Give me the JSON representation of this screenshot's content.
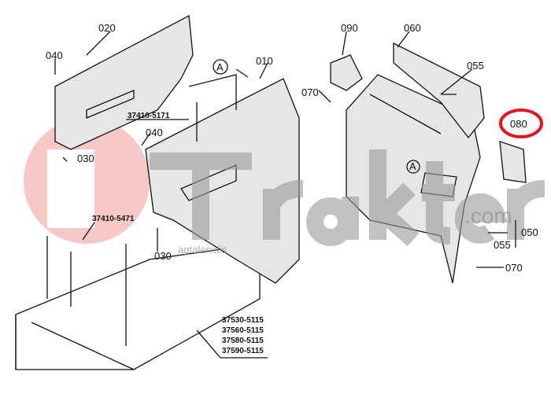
{
  "title": "Tractor cabin side panels parts diagram",
  "callouts": {
    "p010": "010",
    "p020": "020",
    "p030a": "030",
    "p030b": "030",
    "p040a": "040",
    "p040b": "040",
    "p050": "050",
    "p055a": "055",
    "p055b": "055",
    "p060": "060",
    "p070a": "070",
    "p070b": "070",
    "p080": "080",
    "p090": "090",
    "refA1": "A",
    "refA2": "A"
  },
  "part_numbers": {
    "pn1": "37410-5171",
    "pn2": "37410-5471",
    "pn3": "37530-5115",
    "pn4": "37560-5115",
    "pn5": "37580-5115",
    "pn6": "37590-5115"
  },
  "watermark": {
    "brand": "Trakter",
    "domain": ".com",
    "sub": "agtalenidis"
  },
  "colors": {
    "highlight": "#e8141b",
    "watermark_logo": "#f39a9a",
    "watermark_text": "#9a9a9a"
  }
}
